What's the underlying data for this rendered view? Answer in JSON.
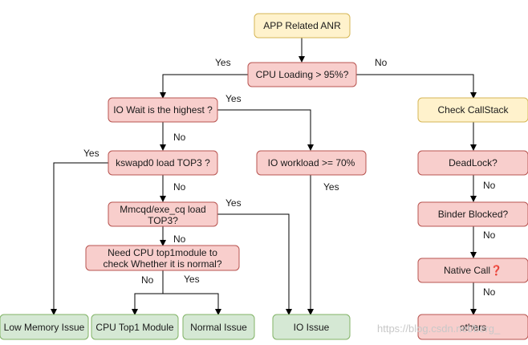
{
  "colors": {
    "yellow_fill": "#fff2cc",
    "yellow_stroke": "#d6b656",
    "red_fill": "#f8cecc",
    "red_stroke": "#b85450",
    "green_fill": "#d5e8d4",
    "green_stroke": "#82b366",
    "edge": "#000000"
  },
  "nodes": {
    "app_anr": "APP Related ANR",
    "cpu_loading": "CPU Loading > 95%?",
    "io_wait": "IO Wait is the highest ?",
    "check_callstack": "Check CallStack",
    "kswapd0": "kswapd0 load TOP3 ?",
    "io_workload": "IO workload >= 70%",
    "deadlock": "DeadLock?",
    "mmcqd_line1": "Mmcqd/exe_cq load",
    "mmcqd_line2": "TOP3?",
    "binder_blocked": "Binder Blocked?",
    "need_cpu_line1": "Need CPU top1module to",
    "need_cpu_line2": "check Whether it is normal?",
    "native_call": "Native Call❓",
    "low_memory": "Low Memory Issue",
    "cpu_top1": "CPU Top1 Module",
    "normal_issue": "Normal Issue",
    "io_issue": "IO Issue",
    "others": "others"
  },
  "edge_labels": {
    "yes": "Yes",
    "no": "No"
  },
  "watermark": "https://blog.csdn.net/berg_"
}
